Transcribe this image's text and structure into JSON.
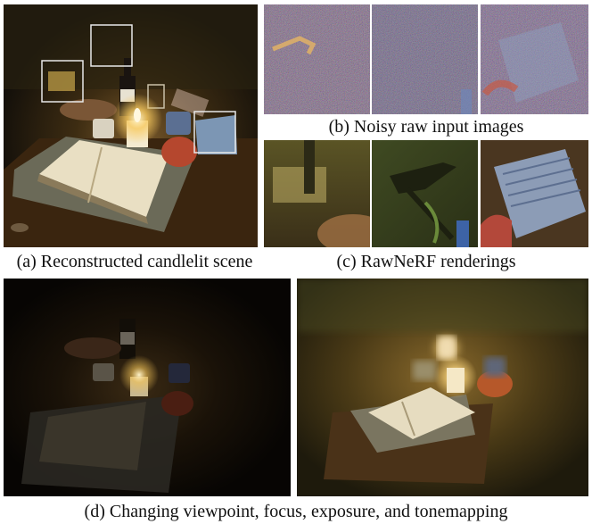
{
  "figure": {
    "caption_a": "(a) Reconstructed candlelit scene",
    "caption_b": "(b) Noisy raw input images",
    "caption_c": "(c) RawNeRF renderings",
    "caption_d": "(d) Changing viewpoint, focus, exposure, and tonemapping"
  },
  "colors": {
    "scene_dark": "#1c1408",
    "candle_glow": "#f7d27a",
    "crop_box": "#e8e8e8"
  }
}
